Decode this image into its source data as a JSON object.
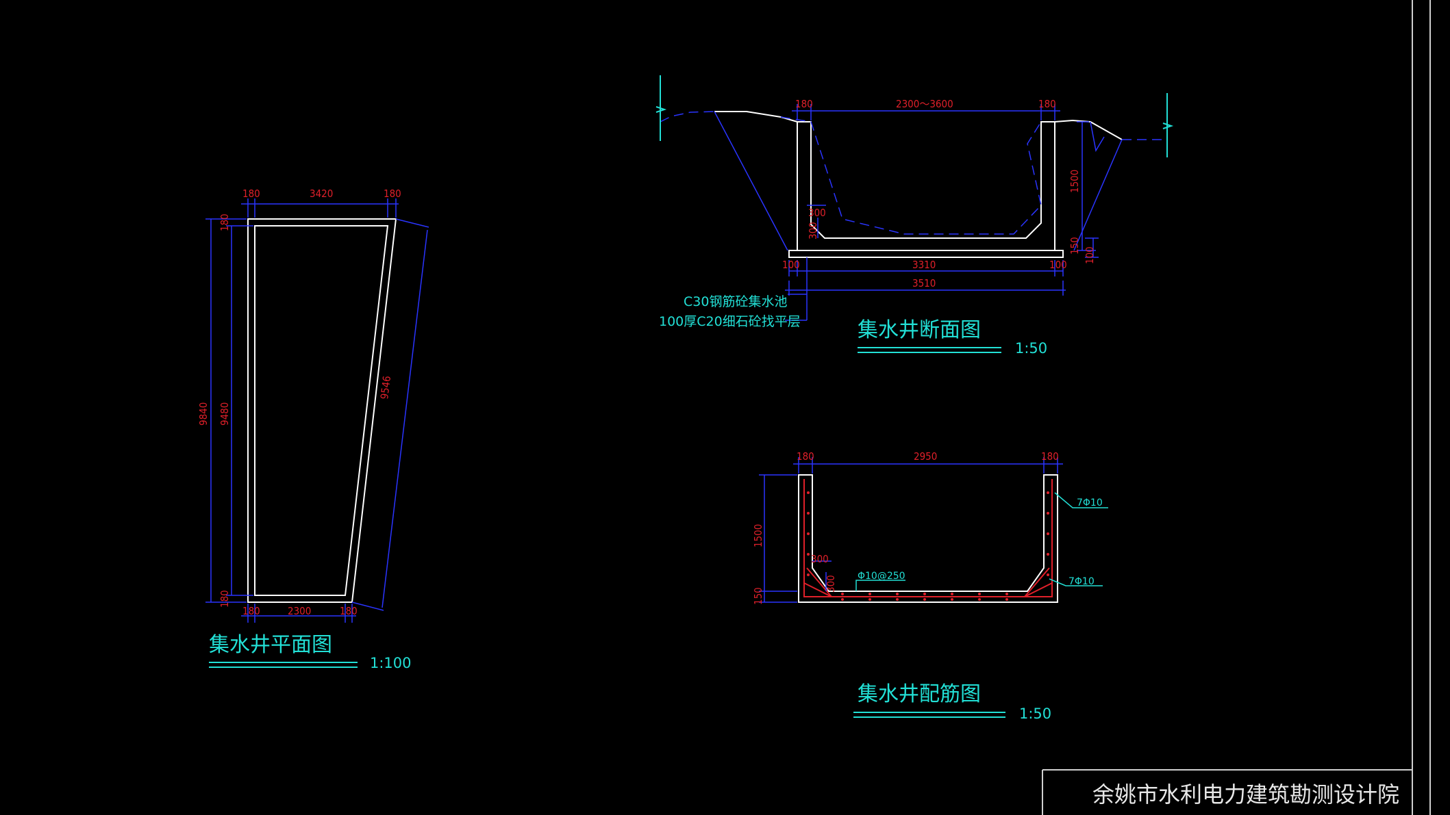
{
  "plan_view": {
    "title": "集水井平面图",
    "scale": "1:100",
    "dims": {
      "top_left_wall": "180",
      "top_span": "3420",
      "top_right_wall": "180",
      "left_top_wall": "180",
      "overall_length": "9840",
      "inner_length": "9480",
      "left_bottom_wall": "180",
      "bottom_left_wall": "180",
      "bottom_span": "2300",
      "bottom_right_wall": "180",
      "slant_length": "9546"
    }
  },
  "section_view": {
    "title": "集水井断面图",
    "scale": "1:50",
    "dims": {
      "top_left_wall": "180",
      "top_span": "2300～3600",
      "top_right_wall": "180",
      "height": "1500",
      "haunch_w": "300",
      "haunch_h": "300",
      "base_thickness": "150",
      "cushion_thickness": "100",
      "bottom_left": "100",
      "bottom_mid": "3310",
      "bottom_right": "100",
      "bottom_total": "3510"
    },
    "notes": [
      "C30钢筋砼集水池",
      "100厚C20细石砼找平层"
    ]
  },
  "rebar_view": {
    "title": "集水井配筋图",
    "scale": "1:50",
    "dims": {
      "top_left_wall": "180",
      "top_span": "2950",
      "top_right_wall": "180",
      "height": "1500",
      "base": "150",
      "haunch_w": "300",
      "haunch_h": "300"
    },
    "labels": {
      "top_bar": "7Φ10",
      "base_bar": "Φ10@250",
      "corner_bar": "7Φ10"
    }
  },
  "title_block": {
    "organization": "余姚市水利电力建筑勘测设计院"
  },
  "colors": {
    "background": "#000000",
    "outline": "#ffffff",
    "dimension_line": "#2a34ff",
    "dimension_text": "#e0202a",
    "annotation": "#22e0d6",
    "rebar": "#e0202a",
    "frame": "#d0d0d0"
  }
}
